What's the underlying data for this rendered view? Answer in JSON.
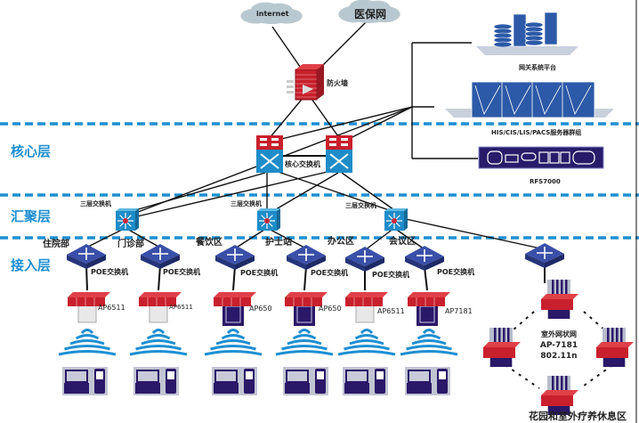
{
  "title": "医院无线网络拓扑图",
  "layers": [
    {
      "label": "核心层"
    },
    {
      "label": "汇聚层"
    },
    {
      "label": "接入层"
    }
  ],
  "external": {
    "internet": "internet",
    "medical_insurance": "医保网",
    "firewall": "防火墙"
  },
  "servers": {
    "gateway_platform": "网关系统平台",
    "server_cluster": "HIS/CIS/LIS/PACS服务器群组",
    "controller": "RFS7000"
  },
  "core": {
    "label": "核心交换机"
  },
  "aggregation": [
    {
      "label": "三层交换机"
    },
    {
      "label": "三层交换机"
    },
    {
      "label": "三层交换机"
    }
  ],
  "access": [
    {
      "area": "住院部",
      "switch": "POE交换机",
      "ap": "AP6511",
      "ap_style": "white"
    },
    {
      "area": "门诊部",
      "switch": "POE交换机",
      "ap": "AP6511",
      "ap_style": "white"
    },
    {
      "area": "餐饮区",
      "switch": "POE交换机",
      "ap": "AP650",
      "ap_style": "navy"
    },
    {
      "area": "护士站",
      "switch": "POE交换机",
      "ap": "AP650",
      "ap_style": "navy"
    },
    {
      "area": "办公区",
      "switch": "POE交换机",
      "ap": "AP6511",
      "ap_style": "white"
    },
    {
      "area": "会议区",
      "switch": "POE交换机",
      "ap": "AP7181",
      "ap_style": "navy"
    }
  ],
  "outdoor": {
    "mesh_line1": "室外网状网",
    "mesh_line2": "AP-7181",
    "mesh_line3": "802.11n",
    "area": "花园和室外疗养休息区"
  },
  "colors": {
    "layer_blue": "#1f8fd2",
    "switch_blue": "#1e8cc8",
    "access_switch": "#3a4fa8",
    "firewall_red": "#c8202c",
    "device_navy": "#2a1868",
    "server_blue": "#2c5aa8"
  }
}
